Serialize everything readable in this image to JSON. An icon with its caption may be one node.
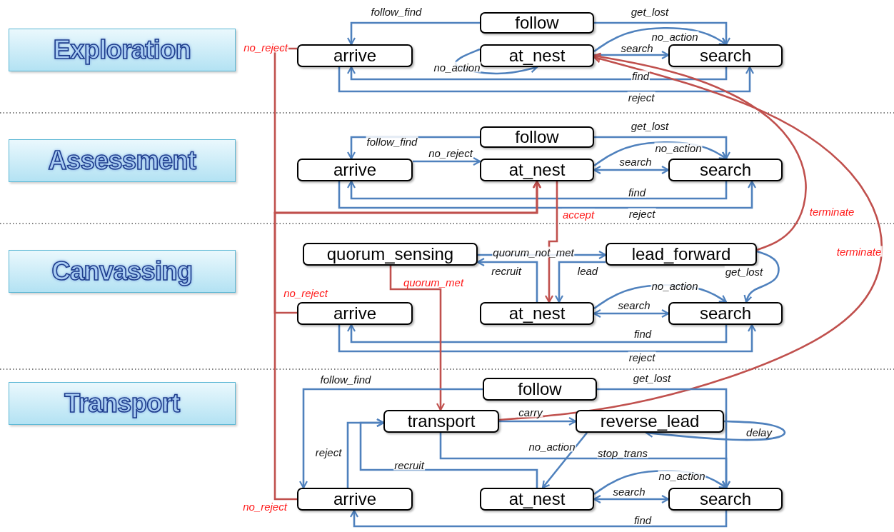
{
  "diagram": {
    "nodes": [
      {
        "text": [
          "Exploration"
        ]
      },
      {
        "text": [
          "follow"
        ]
      },
      {
        "text": [
          "arrive"
        ]
      },
      {
        "text": [
          "at_nest"
        ]
      },
      {
        "text": [
          "search"
        ]
      },
      {
        "text": [
          "Assessment"
        ]
      },
      {
        "text": [
          "follow"
        ]
      },
      {
        "text": [
          "arrive"
        ]
      },
      {
        "text": [
          "at_nest"
        ]
      },
      {
        "text": [
          "search"
        ]
      },
      {
        "text": [
          "Canvassing"
        ]
      },
      {
        "text": [
          "quorum_sensing"
        ]
      },
      {
        "text": [
          "lead_forward"
        ]
      },
      {
        "text": [
          "arrive"
        ]
      },
      {
        "text": [
          "at_nest"
        ]
      },
      {
        "text": [
          "search"
        ]
      },
      {
        "text": [
          "Transport"
        ]
      },
      {
        "text": [
          "follow"
        ]
      },
      {
        "text": [
          "transport"
        ]
      },
      {
        "text": [
          "reverse_lead"
        ]
      },
      {
        "text": [
          "arrive"
        ]
      },
      {
        "text": [
          "at_nest"
        ]
      },
      {
        "text": [
          "search"
        ]
      }
    ],
    "edges": [
      {
        "from": 1,
        "to": 2,
        "arrow": "to",
        "label": "follow_find"
      },
      {
        "from": 1,
        "to": 4,
        "arrow": "to",
        "label": "get_lost"
      },
      {
        "from": 3,
        "to": 3,
        "arrow": "to",
        "label": "no_action"
      },
      {
        "from": 3,
        "to": 4,
        "arrow": "to",
        "label": "no_action"
      },
      {
        "from": 3,
        "to": 4,
        "arrow": "to",
        "label": "search"
      },
      {
        "from": 4,
        "to": 2,
        "arrow": "to",
        "label": "find"
      },
      {
        "from": 2,
        "to": 4,
        "arrow": "to",
        "label": "reject"
      },
      {
        "from": 2,
        "to": 8,
        "arrow": "to",
        "label": "no_reject",
        "color": "#c0504d"
      },
      {
        "from": 6,
        "to": 7,
        "arrow": "to",
        "label": "follow_find"
      },
      {
        "from": 6,
        "to": 9,
        "arrow": "to",
        "label": "get_lost"
      },
      {
        "from": 7,
        "to": 8,
        "arrow": "to",
        "label": "no_reject"
      },
      {
        "from": 8,
        "to": 9,
        "arrow": "to",
        "label": "no_action"
      },
      {
        "from": 8,
        "to": 9,
        "arrow": "both",
        "label": "search"
      },
      {
        "from": 9,
        "to": 7,
        "arrow": "to",
        "label": "find"
      },
      {
        "from": 7,
        "to": 9,
        "arrow": "to",
        "label": "reject"
      },
      {
        "from": 8,
        "to": 14,
        "arrow": "to",
        "label": "accept",
        "color": "#c0504d"
      },
      {
        "from": 13,
        "to": 8,
        "arrow": "to",
        "label": "no_reject",
        "color": "#c0504d"
      },
      {
        "from": 14,
        "to": 11,
        "arrow": "to",
        "label": "recruit"
      },
      {
        "from": 11,
        "to": 12,
        "arrow": "to",
        "label": "quorum_not_met"
      },
      {
        "from": 12,
        "to": 14,
        "arrow": "to",
        "label": "lead"
      },
      {
        "from": 12,
        "to": 15,
        "arrow": "to",
        "label": "get_lost"
      },
      {
        "from": 14,
        "to": 15,
        "arrow": "to",
        "label": "no_action"
      },
      {
        "from": 14,
        "to": 15,
        "arrow": "both",
        "label": "search"
      },
      {
        "from": 15,
        "to": 13,
        "arrow": "to",
        "label": "find"
      },
      {
        "from": 13,
        "to": 15,
        "arrow": "to",
        "label": "reject"
      },
      {
        "from": 11,
        "to": 18,
        "arrow": "to",
        "label": "quorum_met",
        "color": "#c0504d"
      },
      {
        "from": 12,
        "to": 3,
        "arrow": "to",
        "label": "terminate",
        "color": "#c0504d"
      },
      {
        "from": 18,
        "to": 3,
        "arrow": "to",
        "label": "terminate",
        "color": "#c0504d"
      },
      {
        "from": 17,
        "to": 20,
        "arrow": "to",
        "label": "follow_find"
      },
      {
        "from": 17,
        "to": 22,
        "arrow": "to",
        "label": "get_lost"
      },
      {
        "from": 18,
        "to": 19,
        "arrow": "to",
        "label": "carry"
      },
      {
        "from": 19,
        "to": 19,
        "arrow": "to",
        "label": "delay"
      },
      {
        "from": 19,
        "to": 21,
        "arrow": "to",
        "label": "no_action"
      },
      {
        "from": 18,
        "to": 22,
        "arrow": "to",
        "label": "stop_trans"
      },
      {
        "from": 21,
        "to": 18,
        "arrow": "to",
        "label": "recruit"
      },
      {
        "from": 20,
        "to": 18,
        "arrow": "to",
        "label": "reject"
      },
      {
        "from": 21,
        "to": 22,
        "arrow": "to",
        "label": "no_action"
      },
      {
        "from": 21,
        "to": 22,
        "arrow": "both",
        "label": "search"
      },
      {
        "from": 22,
        "to": 20,
        "arrow": "to",
        "label": "find"
      },
      {
        "from": 20,
        "to": 8,
        "arrow": "to",
        "label": "no_reject",
        "color": "#c0504d"
      }
    ]
  }
}
